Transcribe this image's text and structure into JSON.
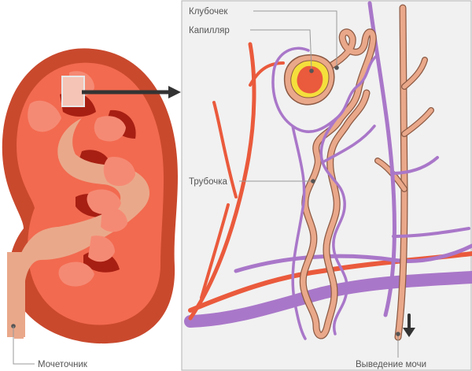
{
  "labels": {
    "glomerulus": "Клубочек",
    "capillary": "Капилляр",
    "tubule": "Трубочка",
    "ureter": "Мочеточник",
    "urine_outflow": "Выведение мочи"
  },
  "colors": {
    "panel_bg": "#f1f1f1",
    "kidney_outer": "#c9492d",
    "kidney_cortex": "#f26a50",
    "pyramid_dark": "#a71f12",
    "lobe": "#f58a74",
    "pelvis": "#eaa88a",
    "tubule": "#eaa88a",
    "tubule_outline": "#8c5a44",
    "artery": "#ea5a3c",
    "vein": "#a977c9",
    "glomerulus_ring": "#f4df3c",
    "arrow": "#333333",
    "leader_line": "#999999"
  },
  "icons": {
    "arrow": "arrow-right-icon",
    "outflow": "arrow-down-icon"
  }
}
